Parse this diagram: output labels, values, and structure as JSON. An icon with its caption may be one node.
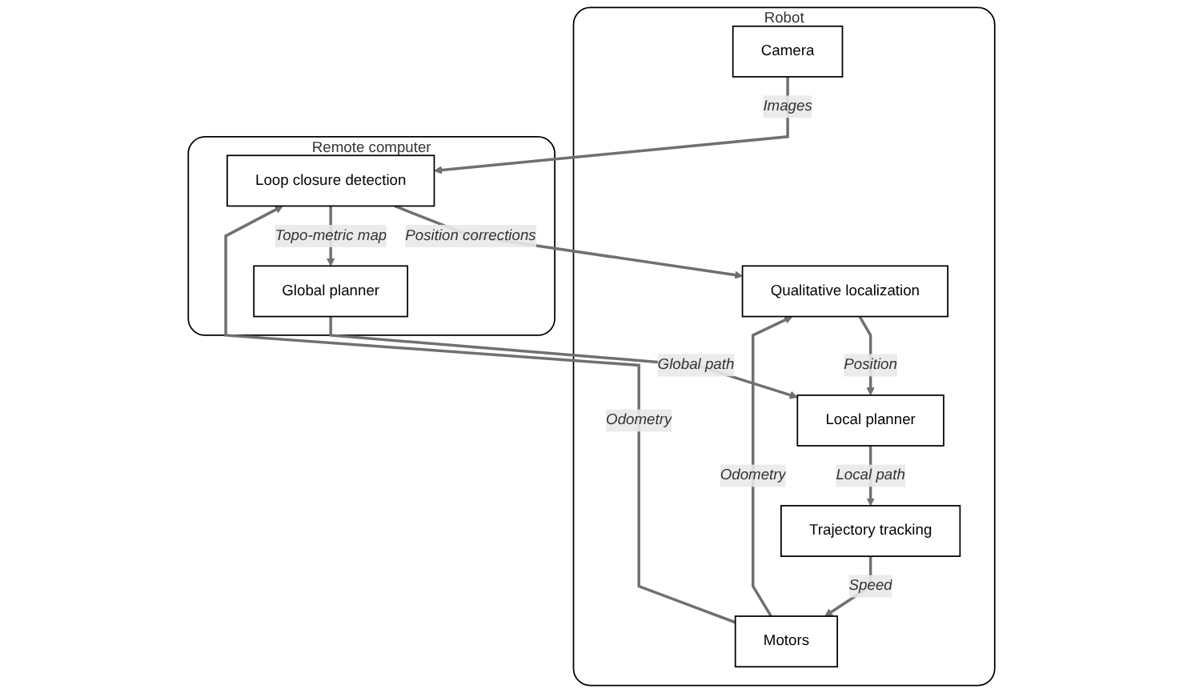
{
  "diagram": {
    "nodes": [
      {
        "text": [
          "Robot"
        ]
      },
      {
        "text": [
          "Camera"
        ],
        "in": 0
      },
      {
        "text": [
          "Qualitative localization"
        ],
        "in": 0
      },
      {
        "text": [
          "Local planner"
        ],
        "in": 0
      },
      {
        "text": [
          "Trajectory tracking"
        ],
        "in": 0
      },
      {
        "text": [
          "Motors"
        ],
        "in": 0
      },
      {
        "text": [
          "Remote computer"
        ]
      },
      {
        "text": [
          "Loop closure detection"
        ],
        "in": 6
      },
      {
        "text": [
          "Global planner"
        ],
        "in": 6
      }
    ],
    "edges": [
      {
        "from": 1,
        "to": 7,
        "arrow": "to",
        "label": "Images"
      },
      {
        "from": 5,
        "to": 7,
        "arrow": "to",
        "label": "Odometry"
      },
      {
        "from": 5,
        "to": 2,
        "arrow": "to",
        "label": "Odometry"
      },
      {
        "from": 7,
        "to": 2,
        "arrow": "to",
        "label": "Position corrections"
      },
      {
        "from": 2,
        "to": 3,
        "arrow": "to",
        "label": "Position"
      },
      {
        "from": 7,
        "to": 8,
        "arrow": "to",
        "label": "Topo-metric map"
      },
      {
        "from": 8,
        "to": 3,
        "arrow": "to",
        "label": "Global path"
      },
      {
        "from": 3,
        "to": 4,
        "arrow": "to",
        "label": "Local path"
      },
      {
        "from": 4,
        "to": 5,
        "arrow": "to",
        "label": "Speed"
      }
    ]
  }
}
